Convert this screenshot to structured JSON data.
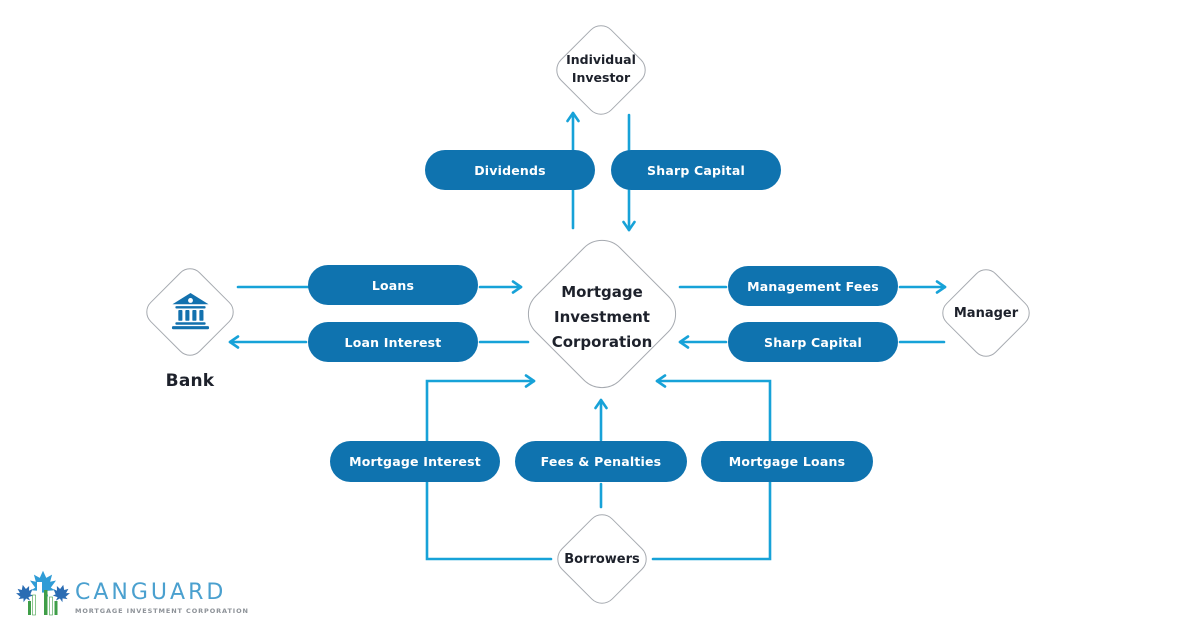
{
  "nodes": {
    "individual_investor": {
      "line1": "Individual",
      "line2": "Investor"
    },
    "mic": {
      "line1": "Mortgage",
      "line2": "Investment",
      "line3": "Corporation"
    },
    "bank": {
      "label": "Bank"
    },
    "manager": {
      "label": "Manager"
    },
    "borrowers": {
      "label": "Borrowers"
    }
  },
  "pills": {
    "dividends": "Dividends",
    "sharp_capital_top": "Sharp Capital",
    "loans": "Loans",
    "loan_interest": "Loan Interest",
    "management_fees": "Management Fees",
    "sharp_capital_right": "Sharp Capital",
    "mortgage_interest": "Mortgage Interest",
    "fees_penalties": "Fees & Penalties",
    "mortgage_loans": "Mortgage Loans"
  },
  "logo": {
    "name": "CANGUARD",
    "tagline": "MORTGAGE INVESTMENT CORPORATION"
  },
  "colors": {
    "pill_bg": "#0f73af",
    "pill_text": "#ffffff",
    "connector": "#17a2d8",
    "node_border": "#a6aab0",
    "node_text": "#1d212b",
    "bank_icon": "#1371ae",
    "logo_name": "#4aa0cf",
    "logo_tagline": "#8d9298"
  }
}
